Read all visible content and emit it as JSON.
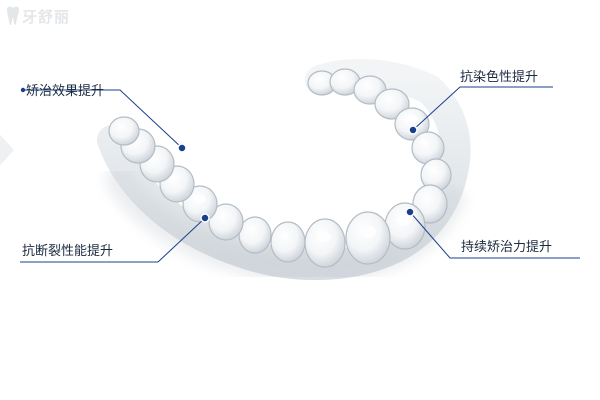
{
  "watermark": {
    "text": "牙舒丽",
    "logo_icon": "tooth-logo-icon"
  },
  "callouts": [
    {
      "text": "矫治效果提升"
    },
    {
      "text": "抗断裂性能提升"
    },
    {
      "text": "抗染色性提升"
    },
    {
      "text": "持续矫治力提升"
    }
  ],
  "colors": {
    "accent": "#1a3f8c",
    "label": "#1c2a40"
  }
}
